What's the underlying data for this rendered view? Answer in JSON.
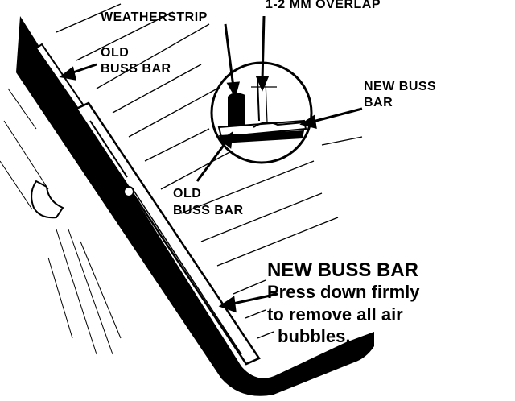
{
  "labels": {
    "weatherstrip": "WEATHERSTRIP",
    "overlap": "1-2 MM OVERLAP",
    "old_buss_bar_top_line1": "OLD",
    "old_buss_bar_top_line2": "BUSS BAR",
    "new_buss_bar_detail_line1": "NEW BUSS",
    "new_buss_bar_detail_line2": "BAR",
    "old_buss_bar_mid_line1": "OLD",
    "old_buss_bar_mid_line2": "BUSS BAR",
    "new_buss_bar_title": "NEW BUSS BAR",
    "instruction_line1": "Press down firmly",
    "instruction_line2": "to remove all air",
    "instruction_line3": "bubbles."
  },
  "colors": {
    "ink": "#000000",
    "paper": "#ffffff"
  }
}
